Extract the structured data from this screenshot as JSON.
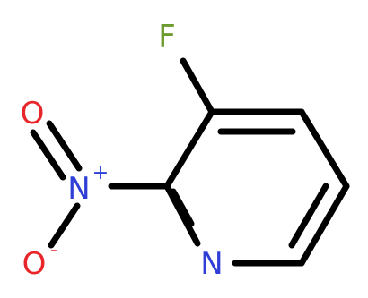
{
  "molecule": {
    "atoms": {
      "fluorine": "F",
      "ring_nitrogen": "N",
      "nitro_nitrogen": "N",
      "nitro_nitrogen_charge": "+",
      "oxygen_double": "O",
      "oxygen_single": "O",
      "oxygen_single_charge": "-"
    },
    "colors": {
      "bond": "#000000",
      "fluorine": "#6c9a2e",
      "nitrogen": "#2f3fd6",
      "oxygen": "#e8262a"
    }
  }
}
